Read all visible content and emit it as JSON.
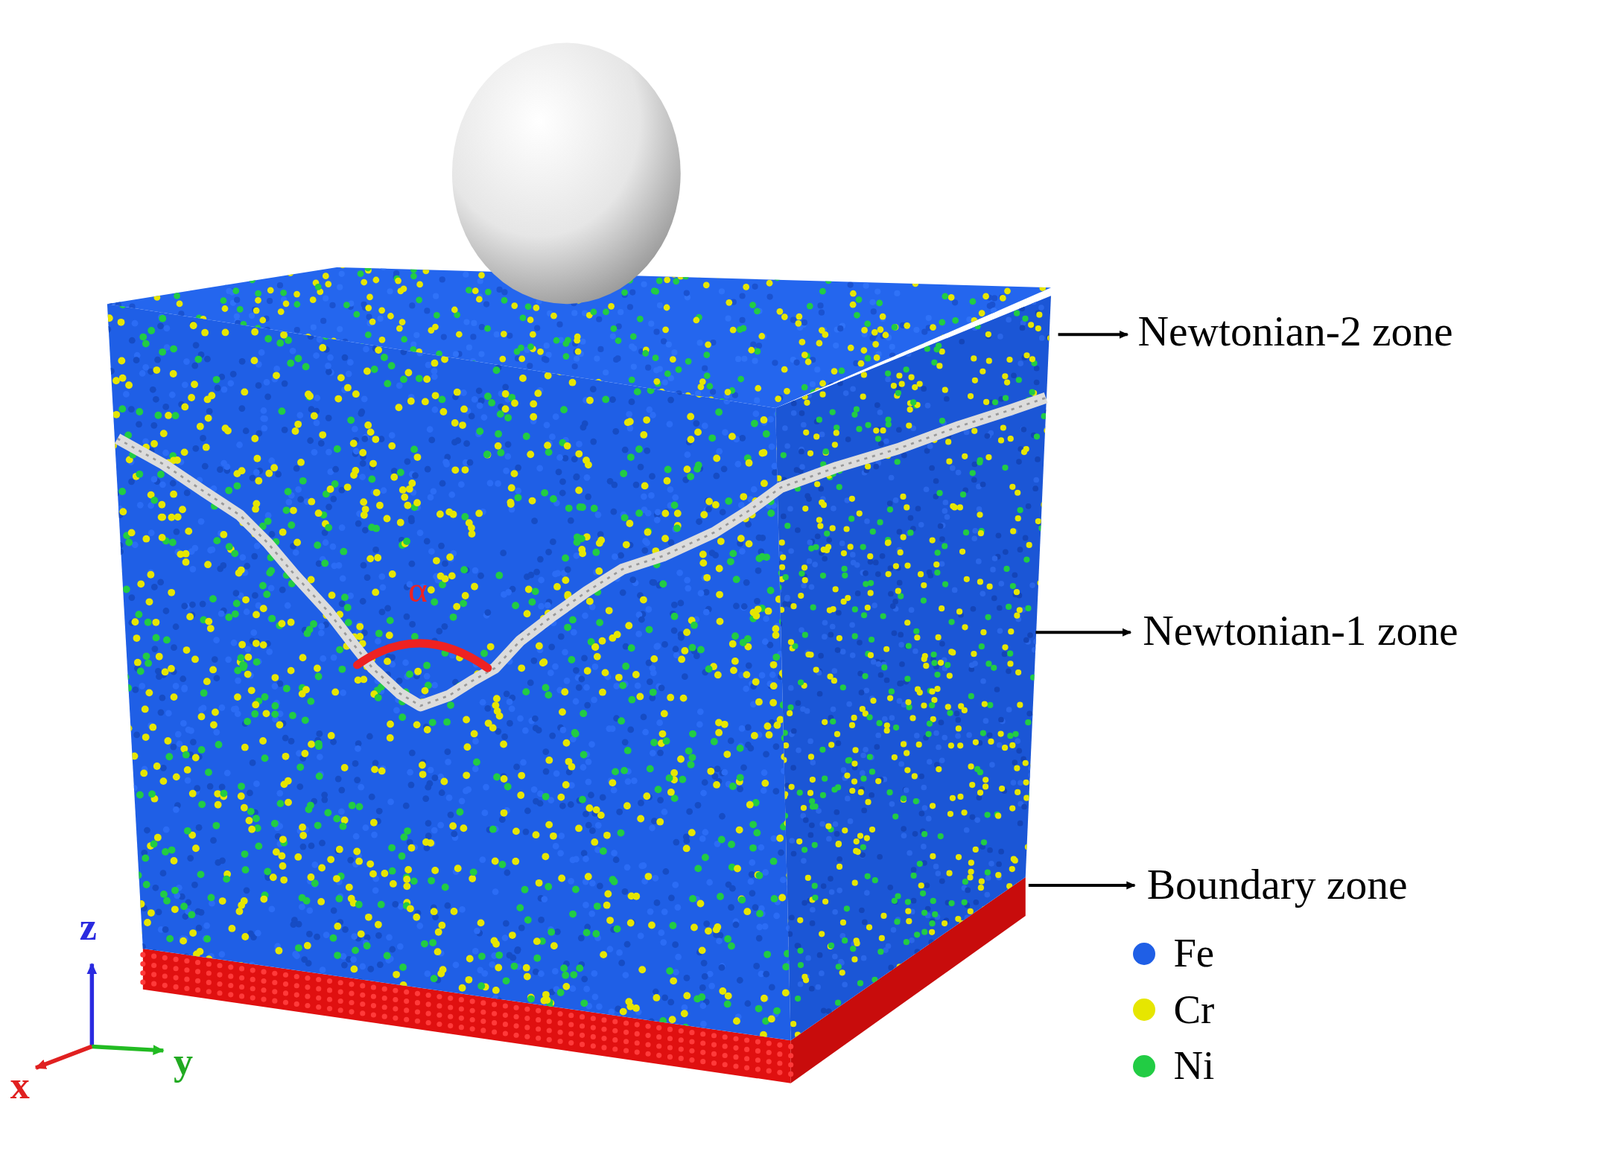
{
  "diagram": {
    "labels": [
      "Newtonian-2 zone",
      "Newtonian-1 zone",
      "Boundary zone",
      "α",
      "z",
      "y",
      "x"
    ],
    "legend": [
      {
        "text": "Fe",
        "color": "#1f5fe6"
      },
      {
        "text": "Cr",
        "color": "#e6e600"
      },
      {
        "text": "Ni",
        "color": "#22cc44"
      }
    ]
  }
}
